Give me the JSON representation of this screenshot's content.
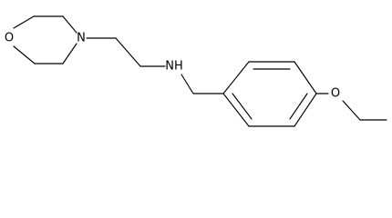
{
  "molecule": {
    "atoms": {
      "morpholine_oxygen": "O",
      "morpholine_nitrogen": "N",
      "amine": "NH",
      "ether_oxygen": "O"
    }
  }
}
